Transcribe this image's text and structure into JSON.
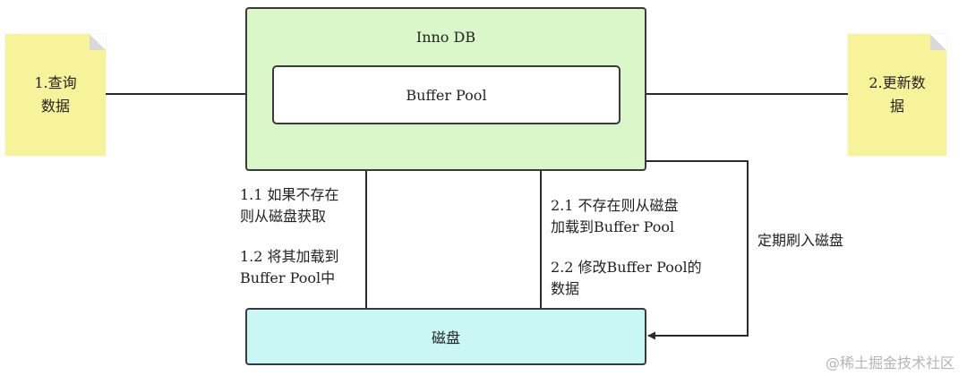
{
  "innodb": {
    "title": "Inno DB"
  },
  "buffer_pool": {
    "label": "Buffer Pool"
  },
  "disk": {
    "label": "磁盘"
  },
  "notes": {
    "query": {
      "line1": "1.查询",
      "line2": "数据"
    },
    "update": {
      "line1": "2.更新数",
      "line2": "据"
    }
  },
  "labels": {
    "step_1_1": {
      "line1": "1.1 如果不存在",
      "line2": "则从磁盘获取"
    },
    "step_1_2": {
      "line1": "1.2 将其加载到",
      "line2": "Buffer Pool中"
    },
    "step_2_1": {
      "line1": "2.1 不存在则从磁盘",
      "line2": "加载到Buffer Pool"
    },
    "step_2_2": {
      "line1": "2.2 修改Buffer Pool的",
      "line2": "数据"
    },
    "flush": "定期刷入磁盘"
  },
  "watermark": "@稀土掘金技术社区",
  "colors": {
    "note": "#f7f39a",
    "innodb_fill": "#d9f7c9",
    "disk_fill": "#c8f7f6",
    "stroke": "#3a3a3a"
  }
}
